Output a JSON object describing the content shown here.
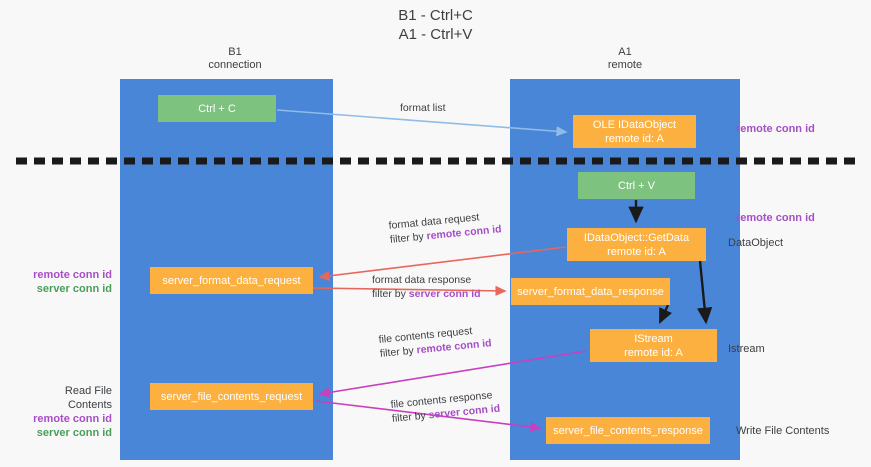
{
  "title": {
    "line1": "B1 - Ctrl+C",
    "line2": "A1 - Ctrl+V"
  },
  "columns": {
    "left": {
      "name": "B1",
      "role": "connection"
    },
    "right": {
      "name": "A1",
      "role": "remote"
    }
  },
  "boxes": {
    "ctrl_c": {
      "label": "Ctrl + C",
      "color": "#7dc37f"
    },
    "data_object": {
      "line1": "OLE IDataObject",
      "line2": "remote id: A",
      "color": "#fbb040"
    },
    "ctrl_v": {
      "label": "Ctrl + V",
      "color": "#7dc37f"
    },
    "get_data": {
      "line1": "IDataObject::GetData",
      "line2": "remote id: A",
      "color": "#fbb040"
    },
    "server_format_data_request": {
      "label": "server_format_data_request",
      "color": "#fbb040"
    },
    "server_format_data_response": {
      "label": "server_format_data_response",
      "color": "#fbb040"
    },
    "istream": {
      "line1": "IStream",
      "line2": "remote id: A",
      "color": "#fbb040"
    },
    "server_file_contents_request": {
      "label": "server_file_contents_request",
      "color": "#fbb040"
    },
    "server_file_contents_response": {
      "label": "server_file_contents_response",
      "color": "#fbb040"
    }
  },
  "edges": {
    "format_list": {
      "label": "format list"
    },
    "format_data_request": {
      "label": "format data request",
      "filter_prefix": "filter by ",
      "filter_key": "remote conn id"
    },
    "format_data_response": {
      "label": "format data response",
      "filter_prefix": "filter by ",
      "filter_key": "server conn id"
    },
    "file_contents_request": {
      "label": "file contents request",
      "filter_prefix": "filter by ",
      "filter_key": "remote conn id"
    },
    "file_contents_response": {
      "label": "file contents response",
      "filter_prefix": "filter by ",
      "filter_key": "server conn id"
    }
  },
  "annotations": {
    "remote_conn_id_top": "remote conn id",
    "remote_conn_id_mid": "remote conn id",
    "data_object_side": "DataObject",
    "istream_side": "Istream",
    "write_file_contents": "Write File Contents",
    "read_file_contents": "Read File Contents",
    "left_remote_conn_id_1": "remote conn id",
    "left_server_conn_id_1": "server conn id",
    "left_remote_conn_id_2": "remote conn id",
    "left_server_conn_id_2": "server conn id"
  },
  "colors": {
    "lane": "#4a86d8",
    "green_box": "#7dc37f",
    "orange_box": "#fbb040",
    "purple_text": "#a64ec6",
    "green_text": "#4a9d5b",
    "arrow_blue": "#8fbce6",
    "arrow_red": "#e8665a",
    "arrow_magenta": "#c83fc0",
    "arrow_black": "#1a1a1a",
    "background": "#f8f8f8"
  }
}
